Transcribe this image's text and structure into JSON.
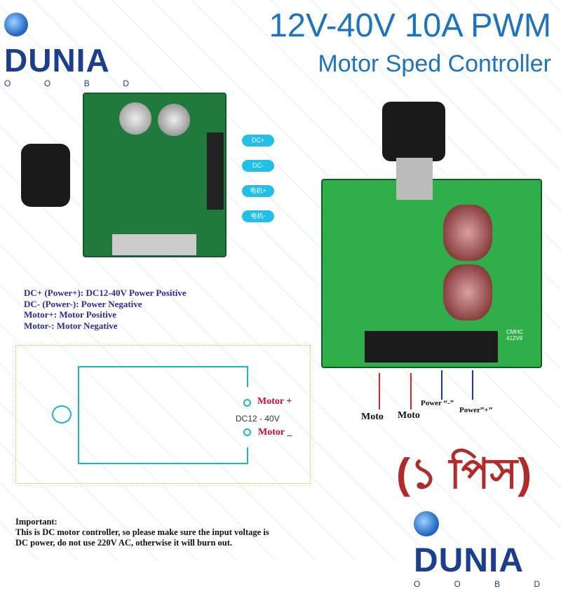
{
  "logo_top": {
    "word": "DUNIA",
    "sub": [
      "O",
      "O",
      "B",
      "D"
    ]
  },
  "title": {
    "line1": "12V-40V 10A PWM",
    "line2": "Motor Sped Controller"
  },
  "terminal_labels": [
    "DC+",
    "DC-",
    "电机+",
    "电机-"
  ],
  "legend": [
    "DC+ (Power+): DC12-40V Power Positive",
    "DC- (Power-): Power Negative",
    "Motor+: Motor Positive",
    "Motor-: Motor Negative"
  ],
  "diagram": {
    "motor_plus": "Motor +",
    "voltage": "DC12 - 40V",
    "motor_minus": "Motor _"
  },
  "board_marking": "CMHC 412V9",
  "arrows": [
    {
      "label": "Moto",
      "color": "#e8202a"
    },
    {
      "label": "Moto",
      "color": "#e8202a"
    },
    {
      "label": "Power “-”",
      "color": "#1a2fe0"
    },
    {
      "label": "Power”+”",
      "color": "#1a2fe0"
    }
  ],
  "quantity": "(১ পিস)",
  "important": {
    "heading": "Important:",
    "line1": "This is DC motor controller, so please make sure the input voltage is",
    "line2": "DC power, do not use 220V AC, otherwise it will burn out."
  },
  "logo_bottom": {
    "word": "DUNIA",
    "sub": [
      "O",
      "O",
      "B",
      "D"
    ]
  },
  "colors": {
    "brand": "#1b3f8c",
    "title": "#1e73be",
    "accent_red": "#b22a2a",
    "pill": "#22bfe8"
  }
}
